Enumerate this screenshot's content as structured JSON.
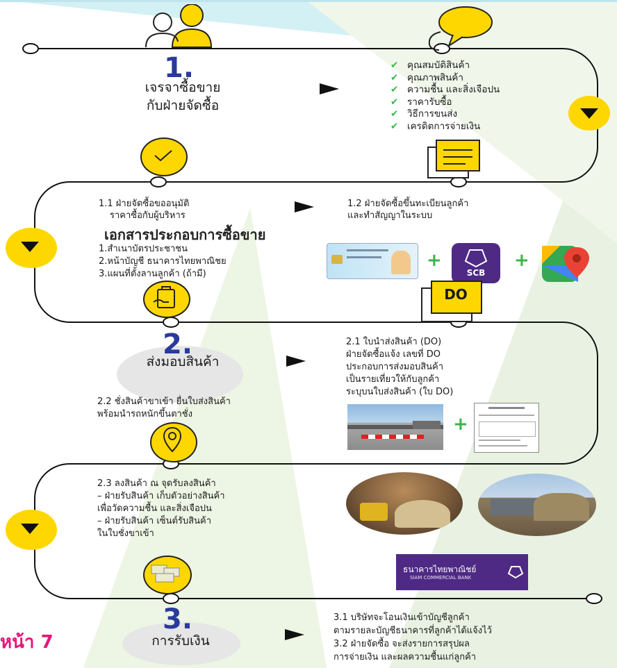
{
  "page_number": "หน้า 7",
  "step1": {
    "number": "1.",
    "title_line1": "เจรจาซื้อขาย",
    "title_line2": "กับฝ่ายจัดซื้อ",
    "checklist": [
      "คุณสมบัติสินค้า",
      "คุณภาพสินค้า",
      "ความชื้น และสิ่งเจือปน",
      "ราคารับซื้อ",
      "วิธีการขนส่ง",
      "เครดิตการจ่ายเงิน"
    ]
  },
  "sub": {
    "s11_line1": "1.1  ฝ่ายจัดซื้อขออนุมัติ",
    "s11_line2": "ราคาซื้อกับผู้บริหาร",
    "s12_line1": "1.2  ฝ่ายจัดซื้อขึ้นทะเบียนลูกค้า",
    "s12_line2": "และทำสัญญาในระบบ"
  },
  "documents": {
    "heading": "เอกสารประกอบการซื้อขาย",
    "items": [
      "1.สำเนาบัตรประชาชน",
      "2.หน้าบัญชี ธนาคารไทยพาณิชย",
      "3.แผนที่ตั้งลานลูกค้า (ถ้ามี)"
    ],
    "scb_label": "SCB",
    "do_label": "DO"
  },
  "step2": {
    "number": "2.",
    "title": "ส่งมอบสินค้า",
    "s21": [
      "2.1  ใบนำส่งสินค้า (DO)",
      "ฝ่ายจัดซื้อแจ้ง เลขที่ DO",
      "ประกอบการส่งมอบสินค้า",
      "เป็นรายเที่ยวให้กับลูกค้า",
      "ระบุบนใบส่งสินค้า (ใบ DO)"
    ],
    "s22": [
      "2.2  ชั่งสินค้าขาเข้า ยื่นใบส่งสินค้า",
      "พร้อมนำรถหนักขึ้นตาชั่ง"
    ],
    "s23": [
      "2.3  ลงสินค้า ณ จุดรับลงสินค้า",
      "–  ฝ่ายรับสินค้า เก็บตัวอย่างสินค้า",
      "เพื่อวัดความชื้น และสิ่งเจือปน",
      "–  ฝ่ายรับสินค้า เซ็นต์รับสินค้า",
      "ในใบชั่งขาเข้า"
    ],
    "bank_banner": "ธนาคารไทยพาณิชย์",
    "bank_banner_en": "SIAM COMMERCIAL BANK"
  },
  "step3": {
    "number": "3.",
    "title": "การรับเงิน",
    "lines": [
      "3.1  บริษัทจะโอนเงินเข้าบัญชีลูกค้า",
      "ตามรายละบัญชีธนาคารที่ลูกค้าได้แจ้งไว้",
      "3.2  ฝ่ายจัดซื้อ จะส่งรายการสรุปผล",
      "การจ่ายเงิน และผลความชื้นแก่ลูกค้า"
    ]
  },
  "colors": {
    "accent_yellow": "#ffd700",
    "step_blue": "#2a3a9c",
    "check_green": "#3bb54a",
    "page_pink": "#e3177a",
    "scb_purple": "#4e2a84"
  }
}
